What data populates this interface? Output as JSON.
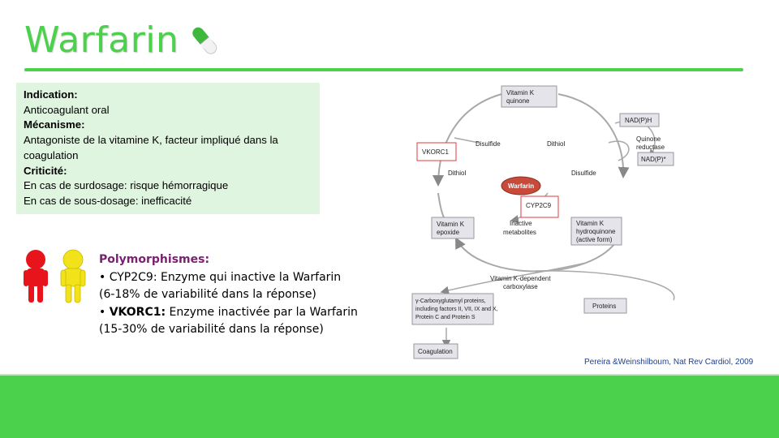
{
  "slide": {
    "title": "Warfarin",
    "pill_icon": "capsule-icon",
    "accent_color": "#4cd14c",
    "info_bg_color": "#dff5df"
  },
  "info": {
    "indication_label": "Indication:",
    "indication_text": "Anticoagulant oral",
    "mechanism_label": "Mécanisme:",
    "mechanism_text": "Antagoniste de la vitamine K,  facteur impliqué dans la coagulation",
    "criticity_label": "Criticité:",
    "overdose_text": "En cas de surdosage: risque hémorragique",
    "underdose_text": "En cas de sous-dosage: inefficacité"
  },
  "polymorphisms": {
    "heading": "Polymorphismes:",
    "cyp_gene": "CYP2C9:",
    "cyp_desc": "Enzyme qui inactive la Warfarin",
    "cyp_range": "(6-18% de variabilité dans la réponse)",
    "vkorc_gene": "VKORC1:",
    "vkorc_desc": "Enzyme inactivée par la Warfarin",
    "vkorc_range": "(15-30% de variabilité dans la réponse)",
    "people_icons": [
      "red-person-icon",
      "yellow-person-icon"
    ]
  },
  "diagram": {
    "vitk_quinone": [
      "Vitamin K",
      "quinone"
    ],
    "nadph": "NAD(P)H",
    "quinone_reductase": [
      "Quinone",
      "reductase"
    ],
    "nadp": "NAD(P)*",
    "vkorc1": "VKORC1",
    "disulfide_left": "Disulfide",
    "dithiol_right": "Dithiol",
    "dithiol_left": "Dithiol",
    "disulfide_right": "Disulfide",
    "warfarin": "Warfarin",
    "cyp2c9": "CYP2C9",
    "vitk_epoxide": [
      "Vitamin K",
      "epoxide"
    ],
    "inactive_metabolites": [
      "Inactive",
      "metabolites"
    ],
    "vitk_hydroquinone": [
      "Vitamin K",
      "hydroquinone",
      "(active form)"
    ],
    "carboxylase": [
      "Vitamin K-dependent",
      "carboxylase"
    ],
    "gla_proteins": [
      "γ-Carboxyglutamyl proteins,",
      "including factors II, VII, IX and X,",
      "Protein C and Protein S"
    ],
    "proteins": "Proteins",
    "coagulation": "Coagulation"
  },
  "citation": "Pereira &Weinshilboum, Nat Rev Cardiol, 2009"
}
